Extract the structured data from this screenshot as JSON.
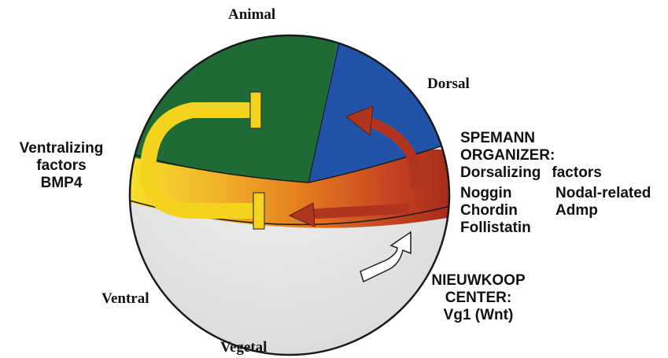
{
  "orientation": {
    "animal": "Animal",
    "dorsal": "Dorsal",
    "ventral": "Ventral",
    "vegetal": "Vegetal"
  },
  "ventralizing": {
    "line1": "Ventralizing",
    "line2": "factors",
    "line3": "BMP4"
  },
  "spemann": {
    "title1": "SPEMANN",
    "title2": "ORGANIZER:",
    "heading_left": "Dorsalizing",
    "heading_right": "factors",
    "left_factors": [
      "Noggin",
      "Chordin",
      "Follistatin"
    ],
    "right_factors": [
      "Nodal-related",
      "Admp"
    ]
  },
  "nieuwkoop": {
    "line1": "NIEUWKOOP",
    "line2": "CENTER:",
    "line3": "Vg1 (Wnt)"
  },
  "colors": {
    "green": "#1e6b35",
    "blue": "#2154a8",
    "red": "#b0351f",
    "orange": "#e07a1a",
    "yellow": "#f4d31f",
    "gray": "#e6e6e6",
    "outline": "#1a1a1a"
  }
}
